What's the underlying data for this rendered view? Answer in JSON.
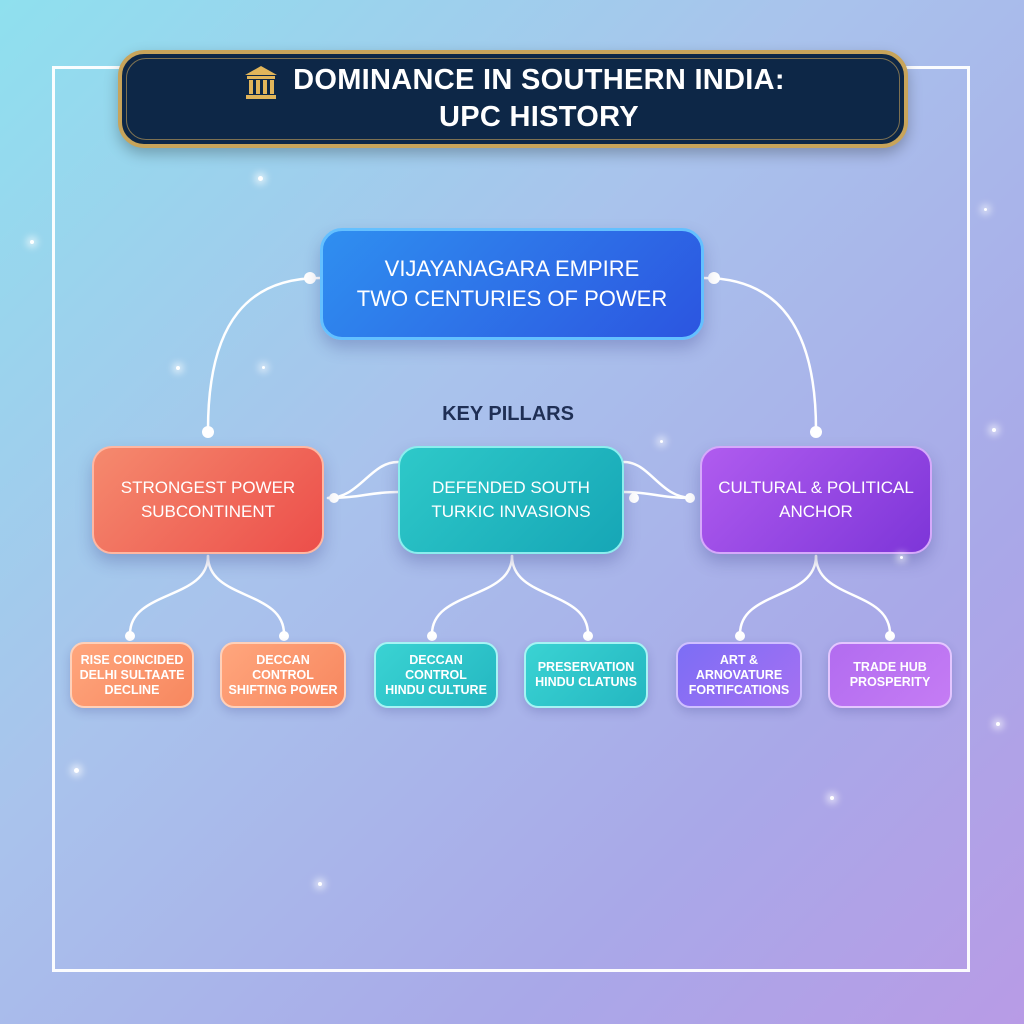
{
  "header": {
    "title_line1": "DOMINANCE IN SOUTHERN INDIA:",
    "title_line2": "UPC HISTORY",
    "icon": "temple-icon"
  },
  "root": {
    "line1": "VIJAYANAGARA EMPIRE",
    "line2": "TWO CENTURIES OF POWER"
  },
  "section_label": "KEY PILLARS",
  "pillars": [
    {
      "line1": "STRONGEST POWER",
      "line2": "SUBCONTINENT"
    },
    {
      "line1": "DEFENDED SOUTH",
      "line2": "TURKIC INVASIONS"
    },
    {
      "line1": "CULTURAL & POLITICAL",
      "line2": "ANCHOR"
    }
  ],
  "leaves": [
    {
      "line1": "RISE COINCIDED",
      "line2": "DELHI SULTAATE",
      "line3": "DECLINE"
    },
    {
      "line1": "DECCAN CONTROL",
      "line2": "SHIFTING POWER"
    },
    {
      "line1": "DECCAN CONTROL",
      "line2": "HINDU CULTURE"
    },
    {
      "line1": "PRESERVATION",
      "line2": "HINDU CLATUNS"
    },
    {
      "line1": "ART & ARNOVATURE",
      "line2": "FORTIFCATIONS"
    },
    {
      "line1": "TRADE HUB",
      "line2": "PROSPERITY"
    }
  ],
  "colors": {
    "banner_bg": "#0d2747",
    "banner_border": "#c8a45a",
    "root": "#2c6ee8",
    "pillar_left": "#ef5f50",
    "pillar_mid": "#1fb3c0",
    "pillar_right": "#8a3fe0"
  }
}
